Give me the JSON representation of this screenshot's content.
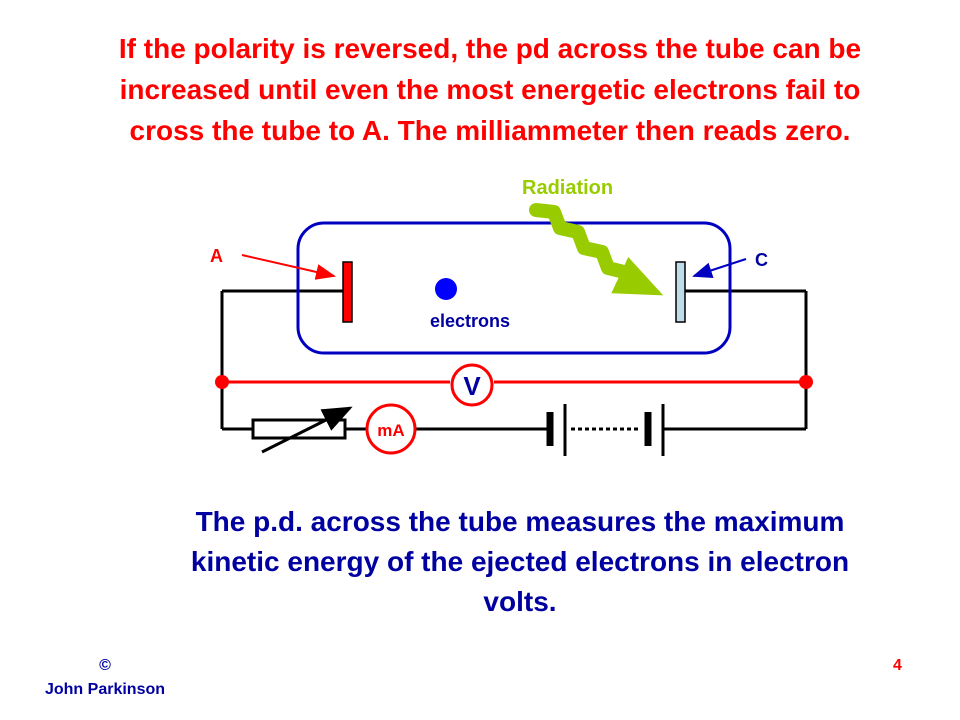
{
  "slide": {
    "heading": "If the polarity is reversed, the pd across the tube can be increased until even the most energetic electrons fail to cross the tube to A.  The milliammeter then reads zero.",
    "conclusion": "The p.d. across the tube measures the maximum kinetic energy of the ejected electrons in electron volts.",
    "copyright_symbol": "©",
    "author": "John Parkinson",
    "page_number": "4"
  },
  "diagram": {
    "radiation_label": "Radiation",
    "anode_label": "A",
    "cathode_label": "C",
    "electrons_label": "electrons",
    "voltmeter_label": "V",
    "milliammeter_label": "mA",
    "colors": {
      "heading_text": "#ff0000",
      "body_text": "#0000a0",
      "tube_outline": "#0000c0",
      "radiation": "#99cc00",
      "anode_plate": "#ff0000",
      "cathode_plate": "#c0dce8",
      "electron": "#0000ff",
      "voltmeter_circuit": "#ff0000",
      "wire": "#000000"
    }
  }
}
